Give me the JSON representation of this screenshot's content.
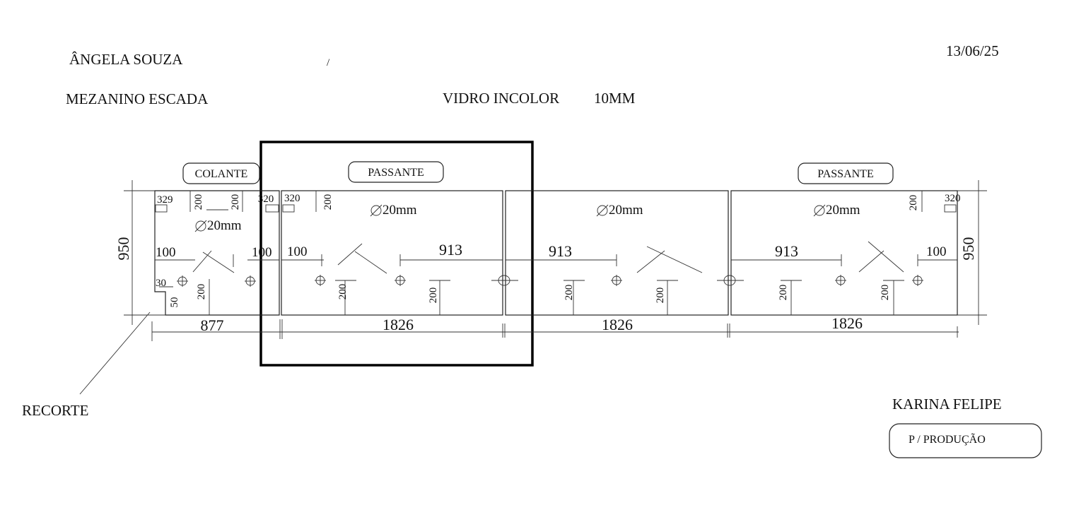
{
  "header": {
    "client": "ÂNGELA SOUZA",
    "slash": "/",
    "date": "13/06/25",
    "project": "MEZANINO ESCADA",
    "material": "VIDRO INCOLOR",
    "thickness": "10MM"
  },
  "panels": {
    "p1_tag": "COLANTE",
    "p2_tag": "PASSANTE",
    "p4_tag": "PASSANTE",
    "hole_diameter": "20mm",
    "height_left": "950",
    "height_right": "950",
    "widths": [
      "877",
      "1826",
      "1826",
      "1826"
    ],
    "hole_offsets": {
      "p1_top_left": "329",
      "p1_top_200a": "200",
      "p1_top_200b": "200",
      "p1_top_right": "320",
      "p1_side_left": "100",
      "p1_side_right": "100",
      "p1_cut_w": "30",
      "p1_cut_h": "50",
      "p1_bottom_200": "200",
      "p2_top_left": "320",
      "p2_top_200": "200",
      "p2_side": "100",
      "p2_mid": "913",
      "p2_bottom_200a": "200",
      "p2_bottom_200b": "200",
      "p3_mid": "913",
      "p3_bottom_200a": "200",
      "p3_bottom_200b": "200",
      "p4_mid": "913",
      "p4_side": "100",
      "p4_top_200": "200",
      "p4_top_right": "320",
      "p4_bottom_200a": "200",
      "p4_bottom_200b": "200"
    }
  },
  "annotations": {
    "cutout": "RECORTE"
  },
  "footer": {
    "approver": "KARINA FELIPE",
    "status": "P / PRODUÇÃO"
  }
}
